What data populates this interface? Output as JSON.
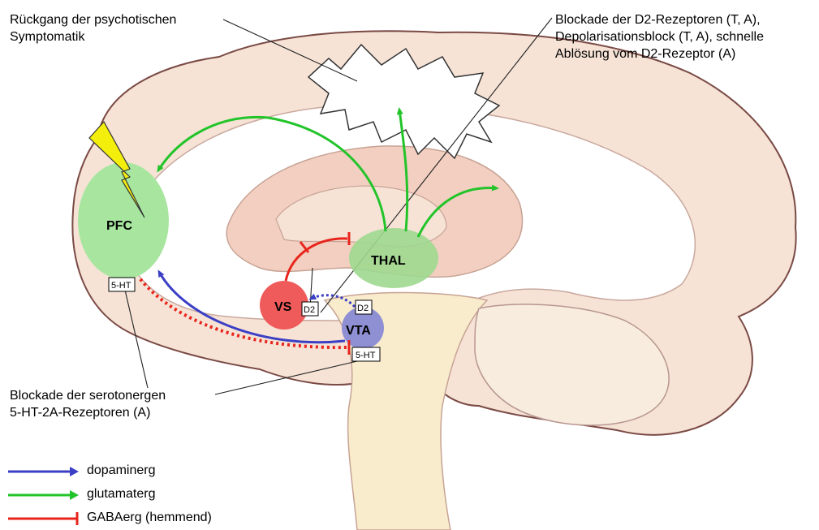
{
  "annotations": {
    "top_left": [
      "Rückgang der psychotischen",
      "Symptomatik"
    ],
    "top_right": [
      "Blockade der D2-Rezeptoren (T, A),",
      "Depolarisationsblock (T, A), schnelle",
      "Ablösung vom D2-Rezeptor (A)"
    ],
    "bottom_left": [
      "Blockade der serotonergen",
      "5-HT-2A-Rezeptoren (A)"
    ]
  },
  "regions": {
    "pfc": "PFC",
    "thal": "THAL",
    "vs": "VS",
    "vta": "VTA"
  },
  "receptors": {
    "pfc_5ht": "5-HT",
    "vs_d2": "D2",
    "vta_d2": "D2",
    "vta_5ht": "5-HT"
  },
  "legend": [
    {
      "label": "dopaminerg",
      "color": "#3b3fc4",
      "kind": "arrow"
    },
    {
      "label": "glutamaterg",
      "color": "#22c42a",
      "kind": "arrow"
    },
    {
      "label": "GABAerg (hemmend)",
      "color": "#e8251c",
      "kind": "inhibit"
    }
  ],
  "colors": {
    "pfc": "#a8e6a0",
    "thal": "#9ed88f",
    "vs": "#ef5a5a",
    "vta": "#8f8fd4",
    "dopaminergic": "#3b3fc4",
    "glutamatergic": "#22c42a",
    "gabaergic": "#e8251c",
    "lightning": "#f4ee0c"
  }
}
